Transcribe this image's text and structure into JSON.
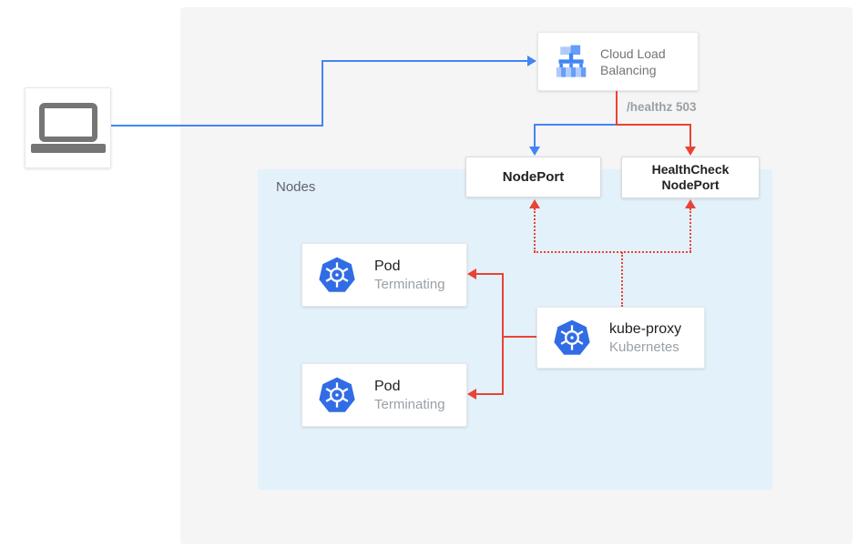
{
  "colors": {
    "traffic_blue": "#4285F4",
    "healthcheck_red": "#EA4335",
    "kubernetes_blue": "#326CE5",
    "outer_panel_gray": "#F5F5F5",
    "nodes_panel_blue": "#E3F1FB"
  },
  "client": {
    "icon": "laptop-icon"
  },
  "load_balancer": {
    "label": "Cloud Load Balancing",
    "icon": "cloud-load-balancing-icon"
  },
  "health_path": "/healthz 503",
  "nodeport_label": "NodePort",
  "healthcheck_nodeport_label": "HealthCheck NodePort",
  "nodes": {
    "label": "Nodes",
    "pods": [
      {
        "title": "Pod",
        "status": "Terminating",
        "icon": "kubernetes-icon"
      },
      {
        "title": "Pod",
        "status": "Terminating",
        "icon": "kubernetes-icon"
      }
    ],
    "kube_proxy": {
      "title": "kube-proxy",
      "subtitle": "Kubernetes",
      "icon": "kubernetes-icon"
    }
  }
}
